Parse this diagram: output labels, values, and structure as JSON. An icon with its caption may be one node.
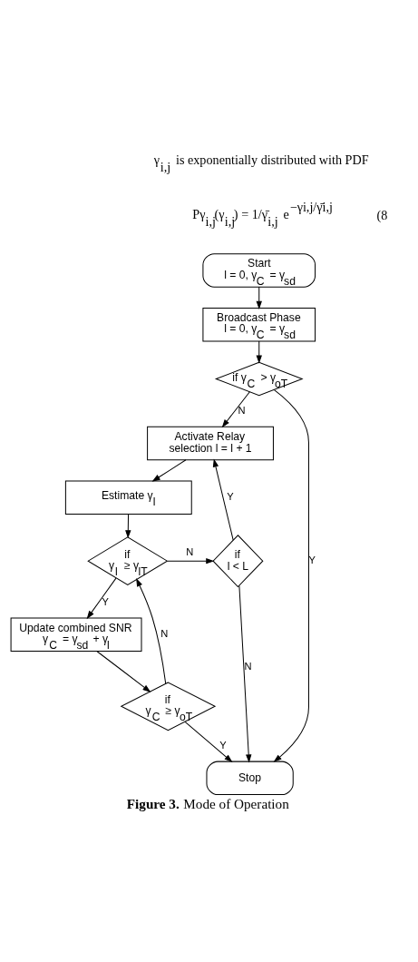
{
  "diagram": {
    "caption": "**Figure 3.** Mode of Operation",
    "nodes": [
      {
        "text": [
          "Start",
          "l = 0, γ$_{C}$ = γ$_{sd}$"
        ]
      },
      {
        "text": [
          "Broadcast Phase",
          "l = 0, γ$_{C}$ = γ$_{sd}$"
        ]
      },
      {
        "text": [
          "if γ$_{C}$ > γ$_{oT}$"
        ]
      },
      {
        "text": [
          "Activate Relay selection l = l + 1"
        ]
      },
      {
        "text": [
          "Estimate γ$_{l}$"
        ]
      },
      {
        "text": [
          "if",
          "γ$_{l}$ ≥ γ$_{lT}$"
        ]
      },
      {
        "text": [
          "if",
          "l < L"
        ]
      },
      {
        "text": [
          "Update combined SNR γ$_{C}$ = γ$_{sd}$ + γ$_{l}$"
        ]
      },
      {
        "text": [
          "if",
          "γ$_{C}$ ≥ γ$_{oT}$"
        ]
      },
      {
        "text": [
          "Stop"
        ]
      }
    ],
    "edges": [
      {
        "from": 0,
        "to": 1,
        "arrow": "to"
      },
      {
        "from": 1,
        "to": 2,
        "arrow": "to"
      },
      {
        "from": 2,
        "to": 3,
        "arrow": "to",
        "label": "N"
      },
      {
        "from": 2,
        "to": 9,
        "arrow": "to",
        "label": "Y"
      },
      {
        "from": 3,
        "to": 4,
        "arrow": "to"
      },
      {
        "from": 4,
        "to": 5,
        "arrow": "to"
      },
      {
        "from": 5,
        "to": 7,
        "arrow": "to",
        "label": "Y"
      },
      {
        "from": 5,
        "to": 6,
        "arrow": "to",
        "label": "N"
      },
      {
        "from": 6,
        "to": 3,
        "arrow": "to",
        "label": "Y"
      },
      {
        "from": 6,
        "to": 9,
        "arrow": "to",
        "label": "N"
      },
      {
        "from": 7,
        "to": 8,
        "arrow": "to"
      },
      {
        "from": 8,
        "to": 5,
        "arrow": "to",
        "label": "N"
      },
      {
        "from": 8,
        "to": 9,
        "arrow": "to",
        "label": "Y"
      }
    ],
    "labels": [
      "γ$_{i,j}$ is exponentially distributed with PDF",
      "Pγ$_{i,j}$(γ$_{i,j}$) = 1/γ̄$_{i,j}$ e$^{−γi,j/γ̄i,j}$",
      "(8"
    ]
  }
}
